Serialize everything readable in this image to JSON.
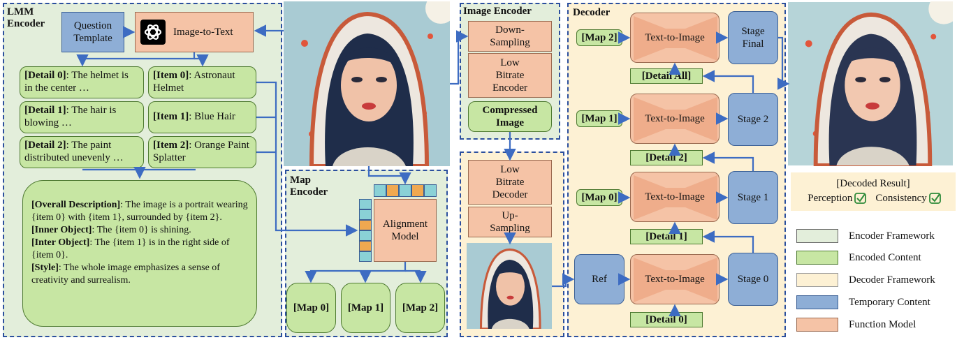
{
  "lmm": {
    "title": "LMM\nEncoder",
    "question_template": "Question\nTemplate",
    "image_to_text": "Image-to-Text",
    "details": [
      {
        "key": "[Detail 0]",
        "text": ": The helmet is in the center …"
      },
      {
        "key": "[Detail 1]",
        "text": ": The hair is blowing …"
      },
      {
        "key": "[Detail 2]",
        "text": ": The paint distributed unevenly …"
      }
    ],
    "items": [
      {
        "key": "[Item 0]",
        "text": ": Astronaut Helmet"
      },
      {
        "key": "[Item 1]",
        "text": ": Blue Hair"
      },
      {
        "key": "[Item 2]",
        "text": ": Orange Paint Splatter"
      }
    ],
    "summary": [
      {
        "key": "[Overall Description]",
        "text": ": The image is a portrait wearing {item 0} with {item 1}, surrounded by {item 2}."
      },
      {
        "key": "[Inner Object]",
        "text": ": The {item 0} is shining."
      },
      {
        "key": "[Inter Object]",
        "text": ": The {item 1} is in the right side of {item 0}."
      },
      {
        "key": "[Style]",
        "text": ": The whole image emphasizes a sense of creativity and surrealism."
      }
    ]
  },
  "map_encoder": {
    "title": "Map\nEncoder",
    "alignment": "Alignment\nModel",
    "maps": [
      "[Map 0]",
      "[Map 1]",
      "[Map 2]"
    ]
  },
  "image_encoder": {
    "title": "Image Encoder",
    "down_sampling": "Down-\nSampling",
    "low_bitrate_encoder": "Low\nBitrate\nEncoder",
    "compressed_image": "Compressed\nImage"
  },
  "decoder_side": {
    "low_bitrate_decoder": "Low\nBitrate\nDecoder",
    "up_sampling": "Up-\nSampling"
  },
  "decoder": {
    "title": "Decoder",
    "t2i": "Text-to-Image",
    "ref": "Ref",
    "maps": [
      "[Map 2]",
      "[Map 1]",
      "[Map 0]"
    ],
    "stages": [
      "Stage\nFinal",
      "Stage 2",
      "Stage 1",
      "Stage 0"
    ],
    "details": [
      "[Detail All]",
      "[Detail 2]",
      "[Detail 1]",
      "[Detail 0]"
    ]
  },
  "result": {
    "title": "[Decoded Result]",
    "perception": "Perception",
    "consistency": "Consistency"
  },
  "legend": [
    {
      "label": "Encoder Framework",
      "color": "#e3eedb"
    },
    {
      "label": "Encoded Content",
      "color": "#c7e6a3"
    },
    {
      "label": "Decoder Framework",
      "color": "#fdf1d4"
    },
    {
      "label": "Temporary Content",
      "color": "#8eaed6"
    },
    {
      "label": "Function Model",
      "color": "#f5c3a6"
    }
  ],
  "colors": {
    "arrow": "#3d6cc2",
    "panel_border": "#2b4f9e"
  }
}
